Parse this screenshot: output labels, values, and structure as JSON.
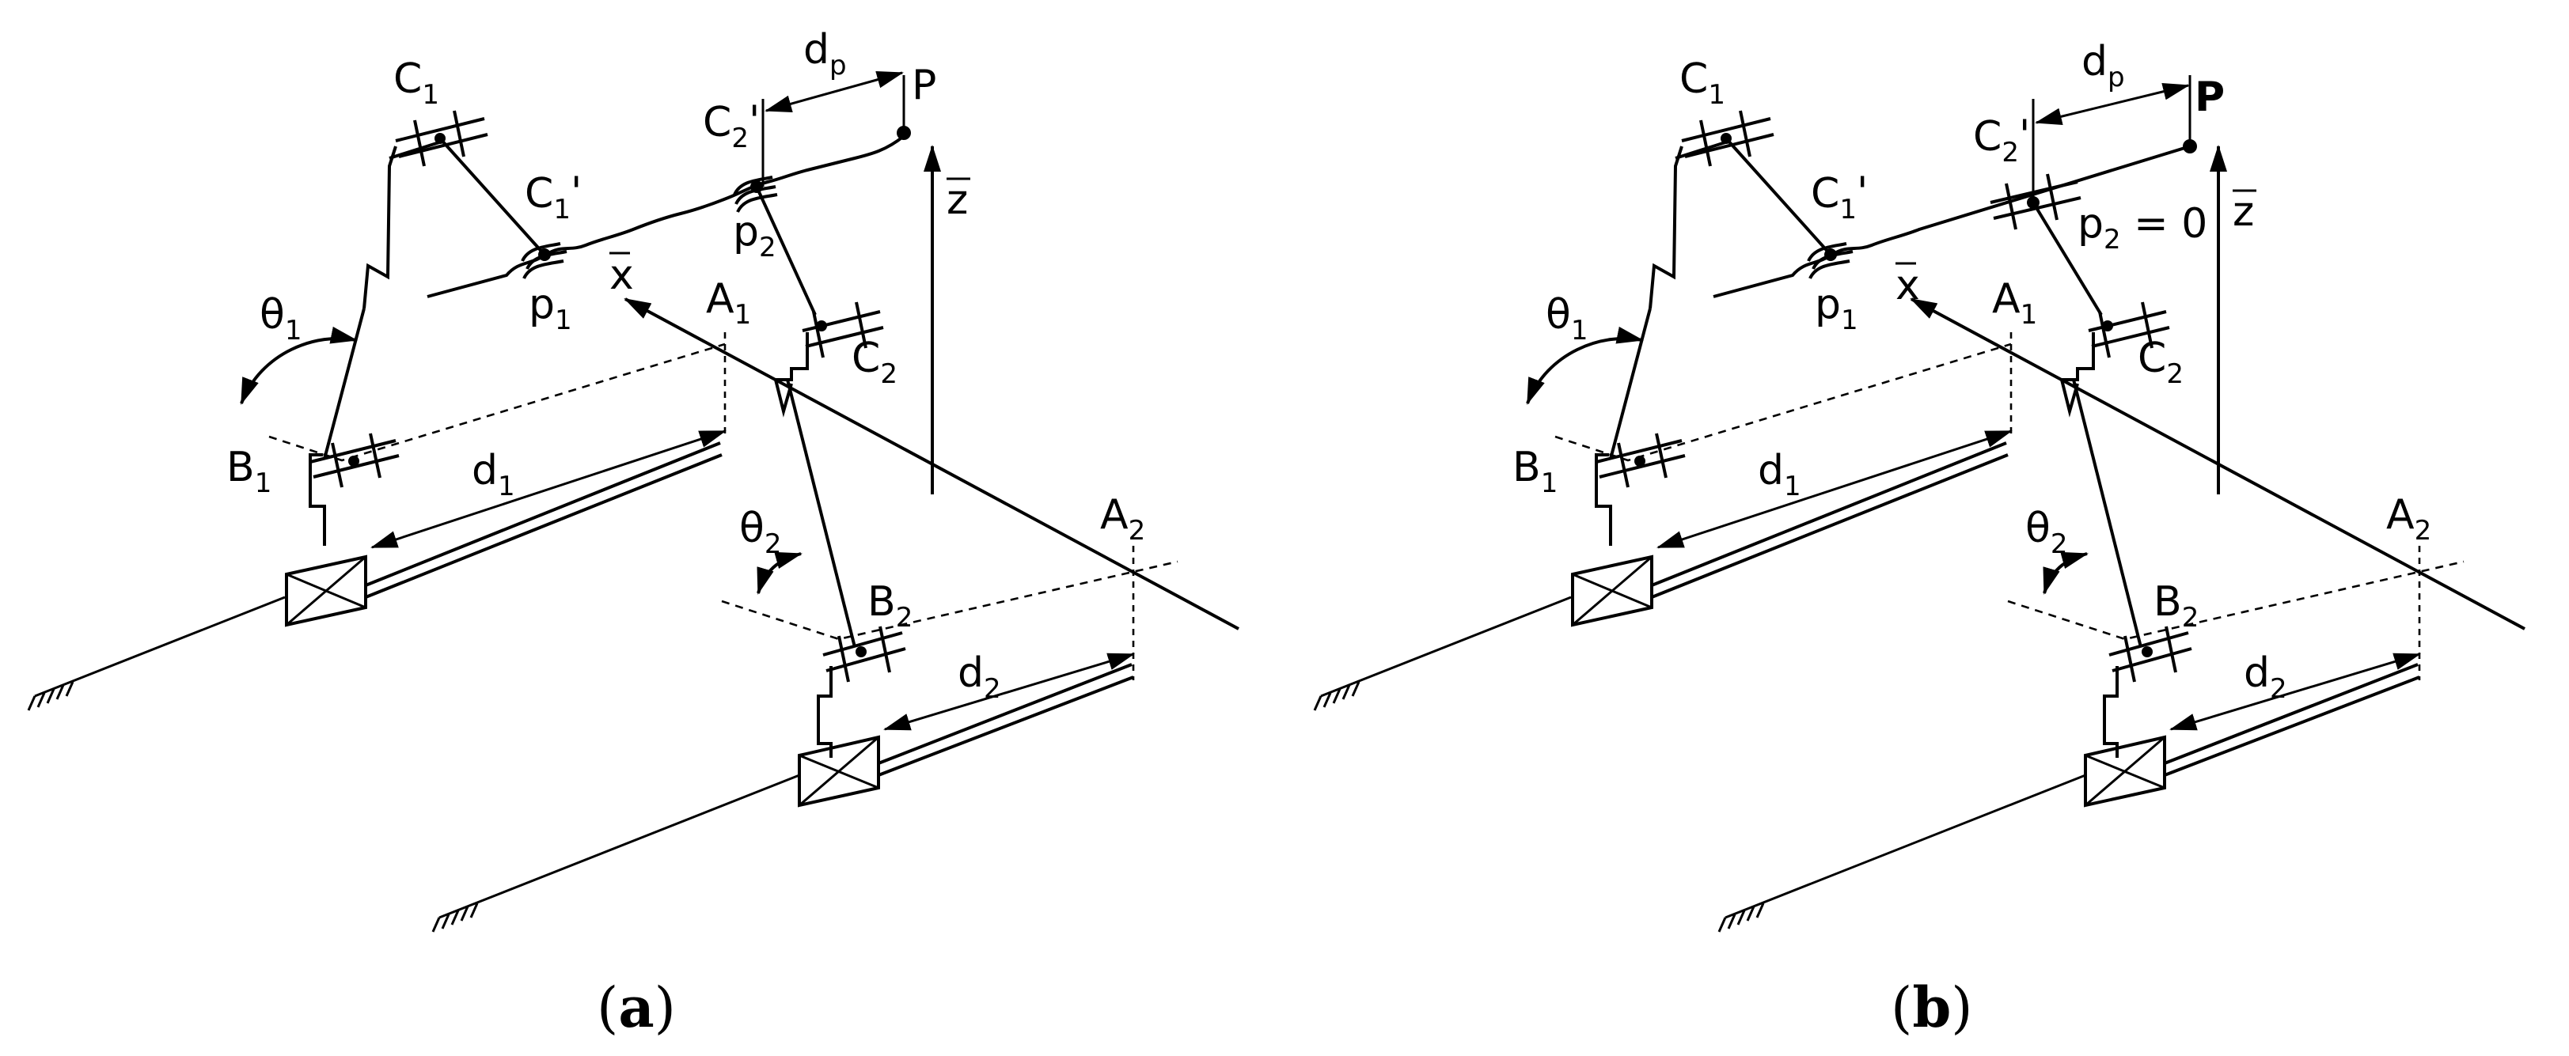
{
  "panels": [
    {
      "caption_open": "(",
      "caption_letter": "a",
      "caption_close": ")",
      "labels": {
        "C1": "C",
        "C1_sub": "1",
        "C1p": "C",
        "C1p_sub": "1",
        "C1p_prime": "'",
        "C2p": "C",
        "C2p_sub": "2",
        "C2p_prime": "'",
        "C2": "C",
        "C2_sub": "2",
        "dp": "d",
        "dp_sub": "p",
        "P": "P",
        "z": "z",
        "x": "x",
        "p1": "p",
        "p1_sub": "1",
        "p2": "p",
        "p2_sub": "2",
        "A1": "A",
        "A1_sub": "1",
        "A2": "A",
        "A2_sub": "2",
        "B1": "B",
        "B1_sub": "1",
        "B2": "B",
        "B2_sub": "2",
        "theta1": "θ",
        "theta1_sub": "1",
        "theta2": "θ",
        "theta2_sub": "2",
        "d1": "d",
        "d1_sub": "1",
        "d2": "d",
        "d2_sub": "2"
      }
    },
    {
      "caption_open": "(",
      "caption_letter": "b",
      "caption_close": ")",
      "labels": {
        "C1": "C",
        "C1_sub": "1",
        "C1p": "C",
        "C1p_sub": "1",
        "C1p_prime": "'",
        "C2p": "C",
        "C2p_sub": "2",
        "C2p_prime": "'",
        "C2": "C",
        "C2_sub": "2",
        "dp": "d",
        "dp_sub": "p",
        "P": "P",
        "z": "z",
        "x": "x",
        "p1": "p",
        "p1_sub": "1",
        "p2": "p",
        "p2_sub": "2",
        "p2_value": " = 0",
        "A1": "A",
        "A1_sub": "1",
        "A2": "A",
        "A2_sub": "2",
        "B1": "B",
        "B1_sub": "1",
        "B2": "B",
        "B2_sub": "2",
        "theta1": "θ",
        "theta1_sub": "1",
        "theta2": "θ",
        "theta2_sub": "2",
        "d1": "d",
        "d1_sub": "1",
        "d2": "d",
        "d2_sub": "2"
      }
    }
  ]
}
